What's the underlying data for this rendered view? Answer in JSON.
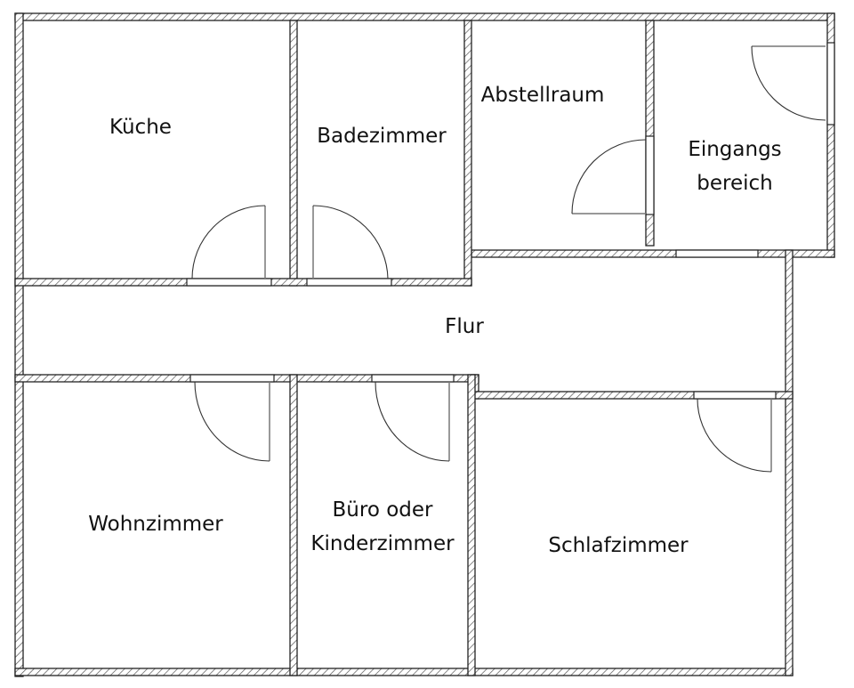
{
  "plan": {
    "rooms": {
      "kitchen": "Küche",
      "bathroom": "Badezimmer",
      "storage": "Abstellraum",
      "entrance_line1": "Eingangs",
      "entrance_line2": "bereich",
      "hallway": "Flur",
      "living_room": "Wohnzimmer",
      "office_line1": "Büro oder",
      "office_line2": "Kinderzimmer",
      "bedroom": "Schlafzimmer"
    },
    "colors": {
      "line": "#222222",
      "background": "#ffffff"
    }
  }
}
